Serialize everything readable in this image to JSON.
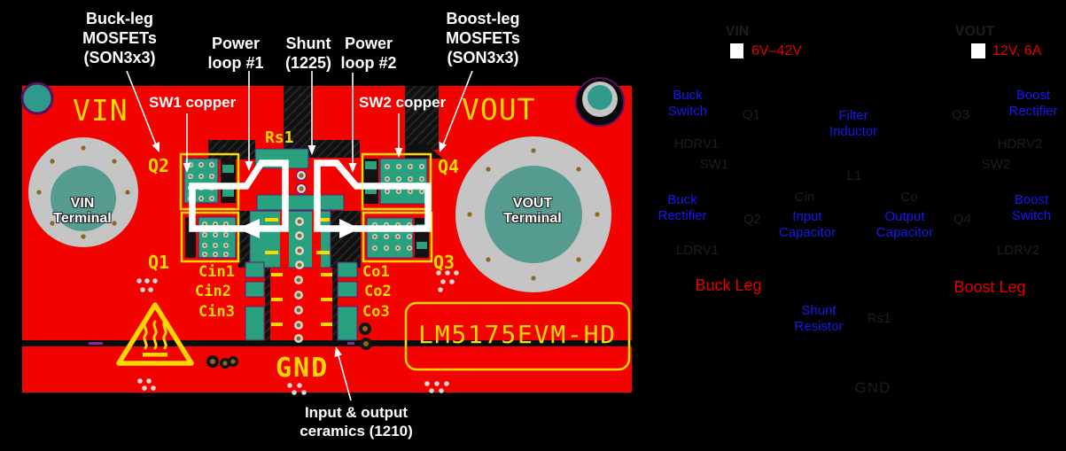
{
  "callouts": {
    "buck_mosfets": "Buck-leg\nMOSFETs\n(SON3x3)",
    "power_loop1": "Power\nloop #1",
    "shunt": "Shunt\n(1225)",
    "power_loop2": "Power\nloop #2",
    "boost_mosfets": "Boost-leg\nMOSFETs\n(SON3x3)",
    "sw1_copper": "SW1 copper",
    "sw2_copper": "SW2 copper",
    "ceramics": "Input & output\nceramics (1210)"
  },
  "board": {
    "vin": "VIN",
    "vout": "VOUT",
    "vin_terminal": "VIN\nTerminal",
    "vout_terminal": "VOUT\nTerminal",
    "q1": "Q1",
    "q2": "Q2",
    "q3": "Q3",
    "q4": "Q4",
    "rs1": "Rs1",
    "cin": [
      "Cin1",
      "Cin2",
      "Cin3"
    ],
    "co": [
      "Co1",
      "Co2",
      "Co3"
    ],
    "gnd": "GND",
    "part_number": "LM5175EVM-HD"
  },
  "schematic": {
    "vin": "VIN",
    "vin_spec": "6V–42V",
    "vout": "VOUT",
    "vout_spec": "12V, 6A",
    "buck_switch": "Buck\nSwitch",
    "q1": "Q1",
    "filter_inductor": "Filter\nInductor",
    "q3": "Q3",
    "boost_rectifier": "Boost\nRectifier",
    "hdrv1": "HDRV1",
    "hdrv2": "HDRV2",
    "sw1": "SW1",
    "sw2": "SW2",
    "l1": "L1",
    "cin": "Cin",
    "co": "Co",
    "buck_rectifier": "Buck\nRectifier",
    "q2": "Q2",
    "input_capacitor": "Input\nCapacitor",
    "output_capacitor": "Output\nCapacitor",
    "q4": "Q4",
    "boost_switch": "Boost\nSwitch",
    "ldrv1": "LDRV1",
    "ldrv2": "LDRV2",
    "buck_leg": "Buck Leg",
    "boost_leg": "Boost Leg",
    "shunt_resistor": "Shunt\nResistor",
    "rs1": "Rs1",
    "gnd": "GND"
  },
  "colors": {
    "board_red": "#f20300",
    "copper_teal": "#2aa17e",
    "terminal_teal": "#569b90",
    "pad_ring_gray": "#c5c5c5",
    "silkscreen_yellow": "#ffd800",
    "annotation_white": "#ffffff",
    "schematic_blue": "#1717f2",
    "schematic_red": "#e60000",
    "ghost_text": "#1d1d1d"
  }
}
